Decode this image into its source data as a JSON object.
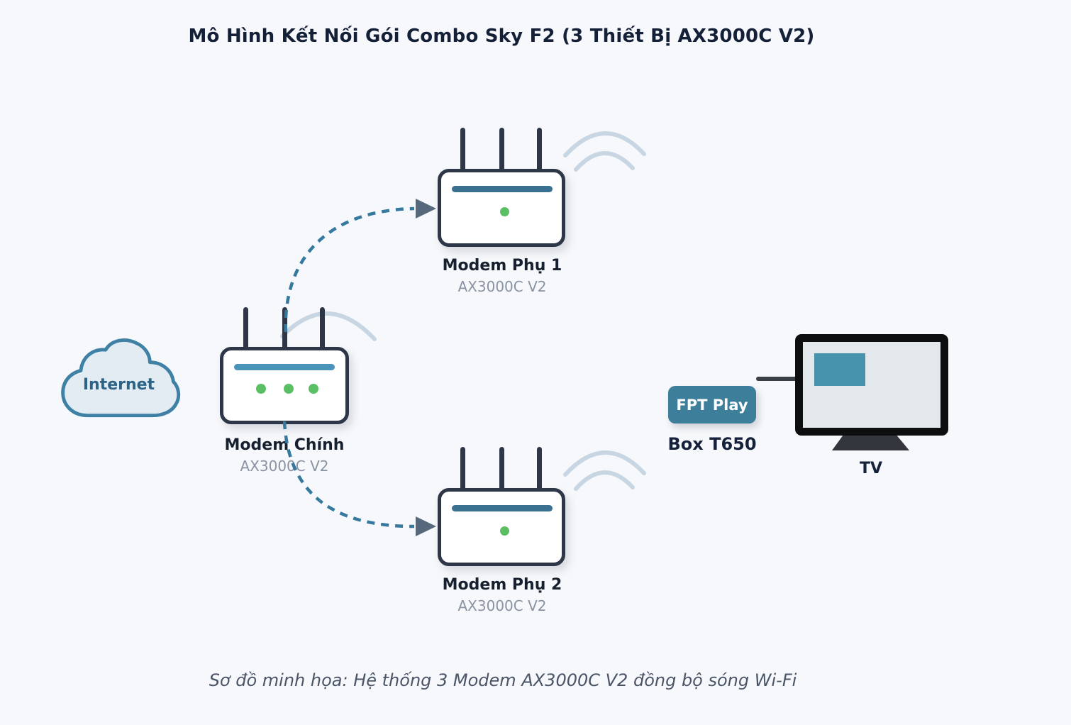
{
  "title": "Mô Hình Kết Nối Gói Combo Sky F2 (3 Thiết Bị AX3000C V2)",
  "caption": "Sơ đồ minh họa: Hệ thống 3 Modem AX3000C V2 đồng bộ sóng Wi-Fi",
  "internet": {
    "label": "Internet"
  },
  "modems": {
    "main": {
      "name": "Modem Chính",
      "model": "AX3000C V2"
    },
    "sub1": {
      "name": "Modem Phụ 1",
      "model": "AX3000C V2"
    },
    "sub2": {
      "name": "Modem Phụ 2",
      "model": "AX3000C V2"
    }
  },
  "fpt_play": {
    "label": "FPT Play",
    "sublabel": "Box T650"
  },
  "tv": {
    "label": "TV"
  },
  "icons": [
    "internet-cloud-icon",
    "wifi-waves-icon",
    "dashed-sync-arrow-icon",
    "tv-icon"
  ],
  "colors": {
    "background": "#f7f8fb",
    "accent_teal": "#3d7e9b",
    "modem_outline": "#2d3748",
    "led_green": "#5abf63",
    "dashed_link": "#35799e",
    "arrowhead": "#57687c",
    "wifi_wave": "#c7d6e2"
  }
}
